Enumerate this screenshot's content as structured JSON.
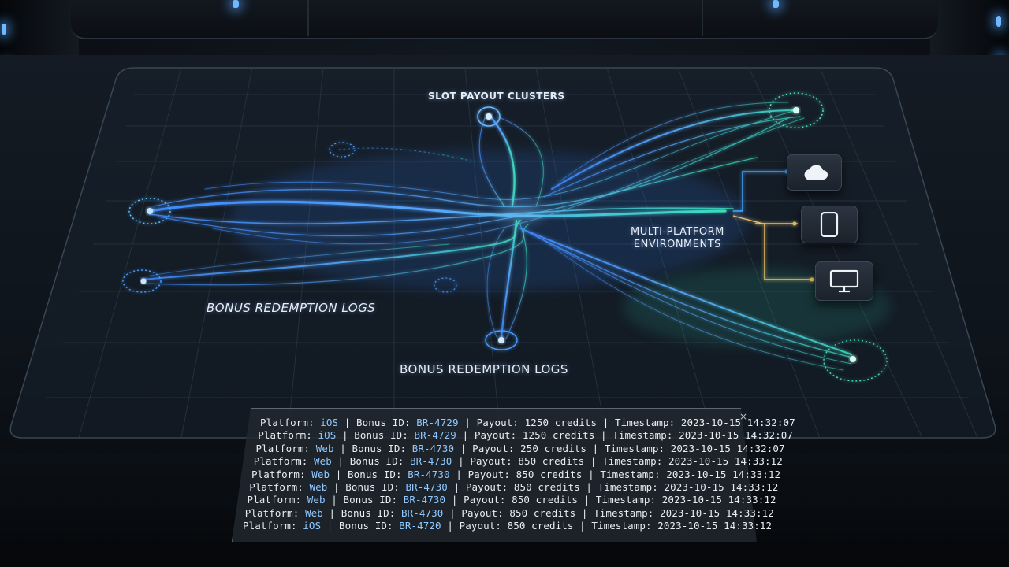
{
  "labels": {
    "slot_clusters": "SLOT PAYOUT CLUSTERS",
    "multi_platform_line1": "MULTI-PLATFORM",
    "multi_platform_line2": "ENVIRONMENTS",
    "bonus_left": "BONUS REDEMPTION LOGS",
    "bonus_bottom": "BONUS REDEMPTION LOGS"
  },
  "platform_icons": [
    "cloud-icon",
    "tablet-icon",
    "monitor-icon"
  ],
  "log_panel": {
    "close_label": "×",
    "field_labels": {
      "platform": "Platform:",
      "bonus_id": "Bonus ID:",
      "payout": "Payout:",
      "timestamp": "Timestamp:",
      "sep": "|"
    },
    "rows": [
      {
        "platform": "iOS",
        "bonus_id": "BR-4729",
        "payout": "1250 credits",
        "timestamp": "2023-10-15 14:32:07"
      },
      {
        "platform": "iOS",
        "bonus_id": "BR-4729",
        "payout": "1250 credits",
        "timestamp": "2023-10-15 14:32:07"
      },
      {
        "platform": "Web",
        "bonus_id": "BR-4730",
        "payout": "250 credits",
        "timestamp": "2023-10-15 14:32:07"
      },
      {
        "platform": "Web",
        "bonus_id": "BR-4730",
        "payout": "850 credits",
        "timestamp": "2023-10-15 14:33:12"
      },
      {
        "platform": "Web",
        "bonus_id": "BR-4730",
        "payout": "850 credits",
        "timestamp": "2023-10-15 14:33:12"
      },
      {
        "platform": "Web",
        "bonus_id": "BR-4730",
        "payout": "850 credits",
        "timestamp": "2023-10-15 14:33:12"
      },
      {
        "platform": "Web",
        "bonus_id": "BR-4730",
        "payout": "850 credits",
        "timestamp": "2023-10-15 14:33:12"
      },
      {
        "platform": "Web",
        "bonus_id": "BR-4730",
        "payout": "850 credits",
        "timestamp": "2023-10-15 14:33:12"
      },
      {
        "platform": "iOS",
        "bonus_id": "BR-4720",
        "payout": "850 credits",
        "timestamp": "2023-10-15 14:33:12"
      }
    ]
  },
  "colors": {
    "stream_blue": "#3f8cff",
    "stream_cyan": "#3ee0c0",
    "value_blue": "#8fc8ff",
    "connector_blue": "#4aa6ff",
    "connector_amber": "#e8c46a"
  }
}
